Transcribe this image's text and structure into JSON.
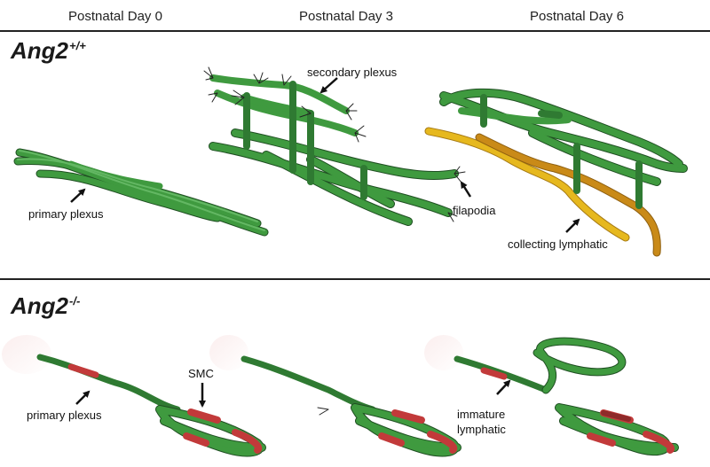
{
  "columns": [
    "Postnatal Day 0",
    "Postnatal Day 3",
    "Postnatal Day 6"
  ],
  "genotypes": {
    "wt": {
      "gene": "Ang2",
      "sup": "+/+"
    },
    "ko": {
      "gene": "Ang2",
      "sup": "-/-"
    }
  },
  "labels": {
    "primary_plexus_top": "primary plexus",
    "secondary_plexus": "secondary plexus",
    "filapodia": "filapodia",
    "collecting_lymphatic": "collecting lymphatic",
    "primary_plexus_bottom": "primary plexus",
    "smc": "SMC",
    "immature_line1": "immature",
    "immature_line2": "lymphatic"
  },
  "colors": {
    "vessel_green": "#3f9a3f",
    "vessel_dark": "#1f4f22",
    "smc_red": "#c23a3a",
    "collecting_yellow": "#e6b81e",
    "collecting_orange": "#c98a18"
  }
}
